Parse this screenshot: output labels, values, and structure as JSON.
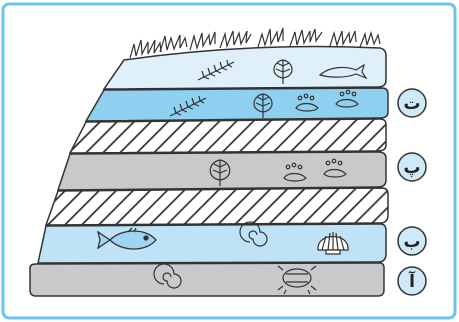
{
  "diagram": {
    "colors": {
      "frame": "#6cc3ea",
      "outline": "#333333",
      "top_layer": "#dff0fa",
      "blue_layer": "#8fcff0",
      "grey_layer": "#c9c9cb",
      "light_blue_layer": "#bfe2f6",
      "hatch_fill": "#ffffff",
      "badge_fill": "#cfe9f8"
    },
    "layer_labels": [
      {
        "letter": "ت"
      },
      {
        "letter": "پ"
      },
      {
        "letter": "ب"
      },
      {
        "letter": "آ"
      }
    ],
    "layers_top_to_bottom": [
      {
        "fill": "top",
        "icons": [
          "fern-fossil-icon",
          "leaf-fossil-icon",
          "fish-fossil-icon"
        ]
      },
      {
        "fill": "blue",
        "icons": [
          "fern-fossil-icon",
          "leaf-fossil-icon",
          "footprint-fossil-icon",
          "footprint-fossil-icon"
        ]
      },
      {
        "fill": "hatched",
        "icons": []
      },
      {
        "fill": "grey",
        "icons": [
          "leaf-fossil-icon",
          "footprint-fossil-icon",
          "footprint-fossil-icon"
        ]
      },
      {
        "fill": "hatched",
        "icons": []
      },
      {
        "fill": "light-blue",
        "icons": [
          "fish-fossil-icon",
          "ammonite-fossil-icon",
          "shell-fossil-icon"
        ]
      },
      {
        "fill": "grey",
        "icons": [
          "ammonite-fossil-icon",
          "trilobite-fossil-icon"
        ]
      }
    ]
  }
}
